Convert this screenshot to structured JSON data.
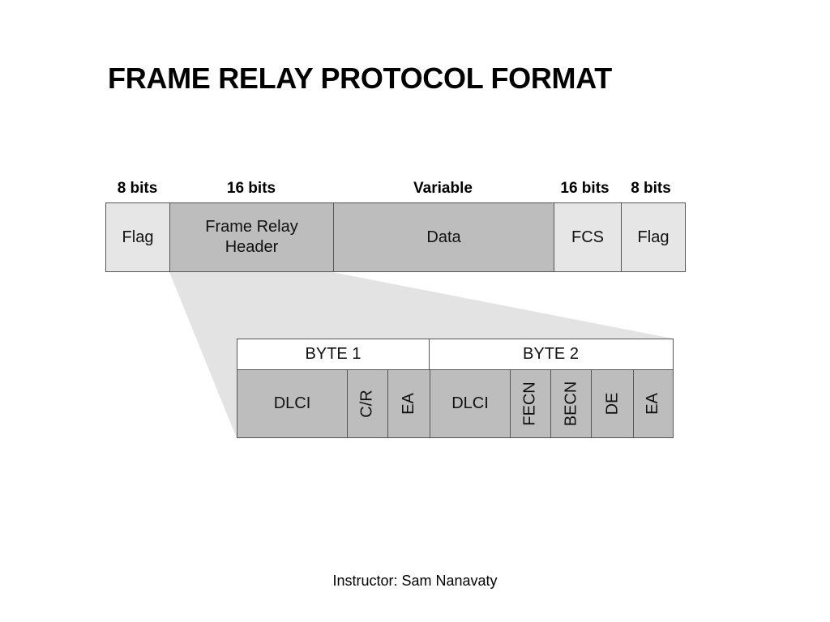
{
  "title": "FRAME RELAY PROTOCOL FORMAT",
  "frame": {
    "bit_labels": [
      "8 bits",
      "16 bits",
      "Variable",
      "16 bits",
      "8 bits"
    ],
    "fields": [
      "Flag",
      "Frame Relay\nHeader",
      "Data",
      "FCS",
      "Flag"
    ]
  },
  "header": {
    "bytes": [
      "BYTE 1",
      "BYTE 2"
    ],
    "fields": [
      "DLCI",
      "C/R",
      "EA",
      "DLCI",
      "FECN",
      "BECN",
      "DE",
      "EA"
    ]
  },
  "footer": "Instructor: Sam Nanavaty",
  "colors": {
    "light_fill": "#e6e6e6",
    "dark_fill": "#bdbdbd",
    "zoom_fill": "#e3e3e3",
    "border": "#555555"
  }
}
